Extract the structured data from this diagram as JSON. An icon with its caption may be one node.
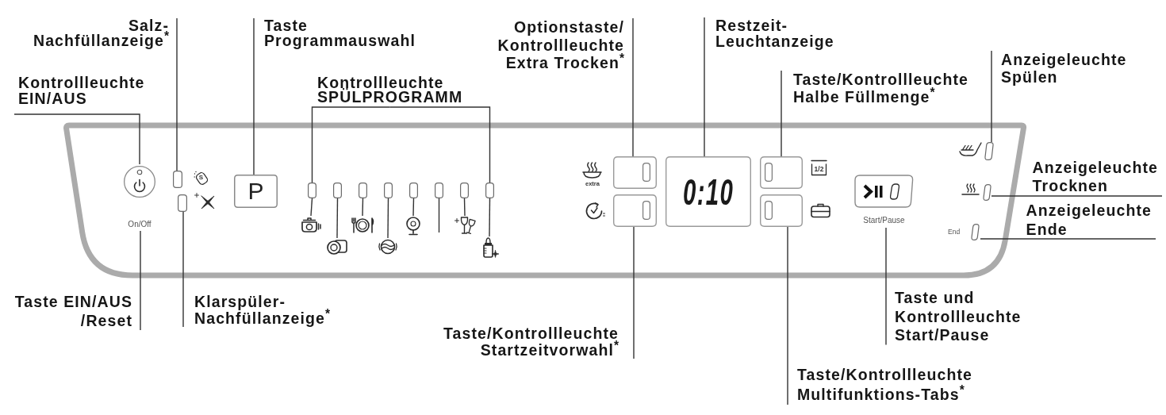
{
  "diagram": {
    "nodes": [
      {
        "text": [
          "Salz- Nachfüllanzeige$^{*}$"
        ]
      },
      {
        "text": [
          "Taste Programmauswahl"
        ]
      },
      {
        "text": [
          "Optionstaste/ Kontrollleuchte Extra Trocken$^{*}$"
        ]
      },
      {
        "text": [
          "Restzeit- Leuchtanzeige"
        ]
      },
      {
        "text": [
          "Kontrollleuchte EIN/AUS"
        ]
      },
      {
        "text": [
          "Kontrollleuchte SPÜLPROGRAMM"
        ]
      },
      {
        "text": [
          "Taste/Kontrollleuchte Halbe Füllmenge$^{*}$"
        ]
      },
      {
        "text": [
          "Anzeigeleuchte Spülen"
        ]
      },
      {
        "text": [],
        "shape": "box"
      },
      {
        "text": [],
        "shape": "circle",
        "in": 8,
        "beside": [
          "On/Off"
        ]
      },
      {
        "text": [],
        "shape": "box",
        "in": 8
      },
      {
        "text": [],
        "shape": "box",
        "in": 8
      },
      {
        "text": [
          "P"
        ],
        "in": 8
      },
      {
        "text": [],
        "shape": "box",
        "in": 8
      },
      {
        "text": [],
        "shape": "box",
        "in": 8
      },
      {
        "text": [],
        "shape": "box",
        "in": 8
      },
      {
        "text": [],
        "shape": "box",
        "in": 8
      },
      {
        "text": [],
        "shape": "box",
        "in": 8
      },
      {
        "text": [],
        "shape": "box",
        "in": 8
      },
      {
        "text": [],
        "shape": "box",
        "in": 8
      },
      {
        "text": [],
        "shape": "box",
        "in": 8
      },
      {
        "text": [],
        "shape": "picture",
        "in": 8
      },
      {
        "text": [],
        "shape": "picture",
        "in": 8
      },
      {
        "text": [],
        "shape": "picture",
        "in": 8
      },
      {
        "text": [],
        "shape": "picture",
        "in": 8
      },
      {
        "text": [],
        "shape": "picture",
        "in": 8
      },
      {
        "text": [],
        "shape": "picture",
        "in": 8
      },
      {
        "text": [],
        "shape": "picture",
        "in": 8
      },
      {
        "text": [],
        "shape": "box",
        "in": 8
      },
      {
        "text": [],
        "shape": "box",
        "in": 8
      },
      {
        "text": [
          "0:10"
        ],
        "in": 8
      },
      {
        "text": [],
        "shape": "box",
        "in": 8
      },
      {
        "text": [],
        "shape": "box",
        "in": 8
      },
      {
        "text": [],
        "shape": "box",
        "in": 8,
        "beside": [
          "Start/Pause"
        ]
      },
      {
        "text": [],
        "shape": "box",
        "in": 8
      },
      {
        "text": [],
        "shape": "box",
        "in": 8
      },
      {
        "text": [],
        "shape": "box",
        "in": 8,
        "beside": [
          "End"
        ]
      },
      {
        "text": [
          "Anzeigeleuchte Trocknen"
        ]
      },
      {
        "text": [
          "Anzeigeleuchte Ende"
        ]
      },
      {
        "text": [
          "Taste EIN/AUS /Reset"
        ]
      },
      {
        "text": [
          "Klarspüler- Nachfüllanzeige$^{*}$"
        ]
      },
      {
        "text": [
          "Taste und Kontrollleuchte Start/Pause"
        ]
      },
      {
        "text": [
          "Taste/Kontrollleuchte Startzeitvorwahl$^{*}$"
        ]
      },
      {
        "text": [
          "Taste/Kontrollleuchte Multifunktions-Tabs$^{*}$"
        ]
      }
    ],
    "edges": [
      {
        "from": 0,
        "to": 10,
        "arrow": "none"
      },
      {
        "from": 1,
        "to": 12,
        "arrow": "none"
      },
      {
        "from": 2,
        "to": 28,
        "arrow": "none"
      },
      {
        "from": 3,
        "to": 30,
        "arrow": "none"
      },
      {
        "from": 4,
        "to": 9,
        "arrow": "none"
      },
      {
        "from": 5,
        "to": 13,
        "arrow": "none"
      },
      {
        "from": 5,
        "to": 20,
        "arrow": "none"
      },
      {
        "from": 6,
        "to": 31,
        "arrow": "none"
      },
      {
        "from": 7,
        "to": 34,
        "arrow": "none"
      },
      {
        "from": 37,
        "to": 35,
        "arrow": "none"
      },
      {
        "from": 38,
        "to": 36,
        "arrow": "none"
      },
      {
        "from": 39,
        "to": 9,
        "arrow": "none"
      },
      {
        "from": 40,
        "to": 11,
        "arrow": "none"
      },
      {
        "from": 41,
        "to": 33,
        "arrow": "none"
      },
      {
        "from": 42,
        "to": 29,
        "arrow": "none"
      },
      {
        "from": 43,
        "to": 32,
        "arrow": "none"
      },
      {
        "from": 13,
        "to": 21,
        "arrow": "none"
      },
      {
        "from": 14,
        "to": 22,
        "arrow": "none"
      },
      {
        "from": 15,
        "to": 23,
        "arrow": "none"
      },
      {
        "from": 16,
        "to": 24,
        "arrow": "none"
      },
      {
        "from": 17,
        "to": 25,
        "arrow": "none"
      },
      {
        "from": 18,
        "to": null,
        "arrow": "none"
      },
      {
        "from": 19,
        "to": 26,
        "arrow": "none"
      },
      {
        "from": 20,
        "to": 27,
        "arrow": "none"
      }
    ],
    "labels": [
      "S",
      "extra",
      "1/2"
    ]
  }
}
